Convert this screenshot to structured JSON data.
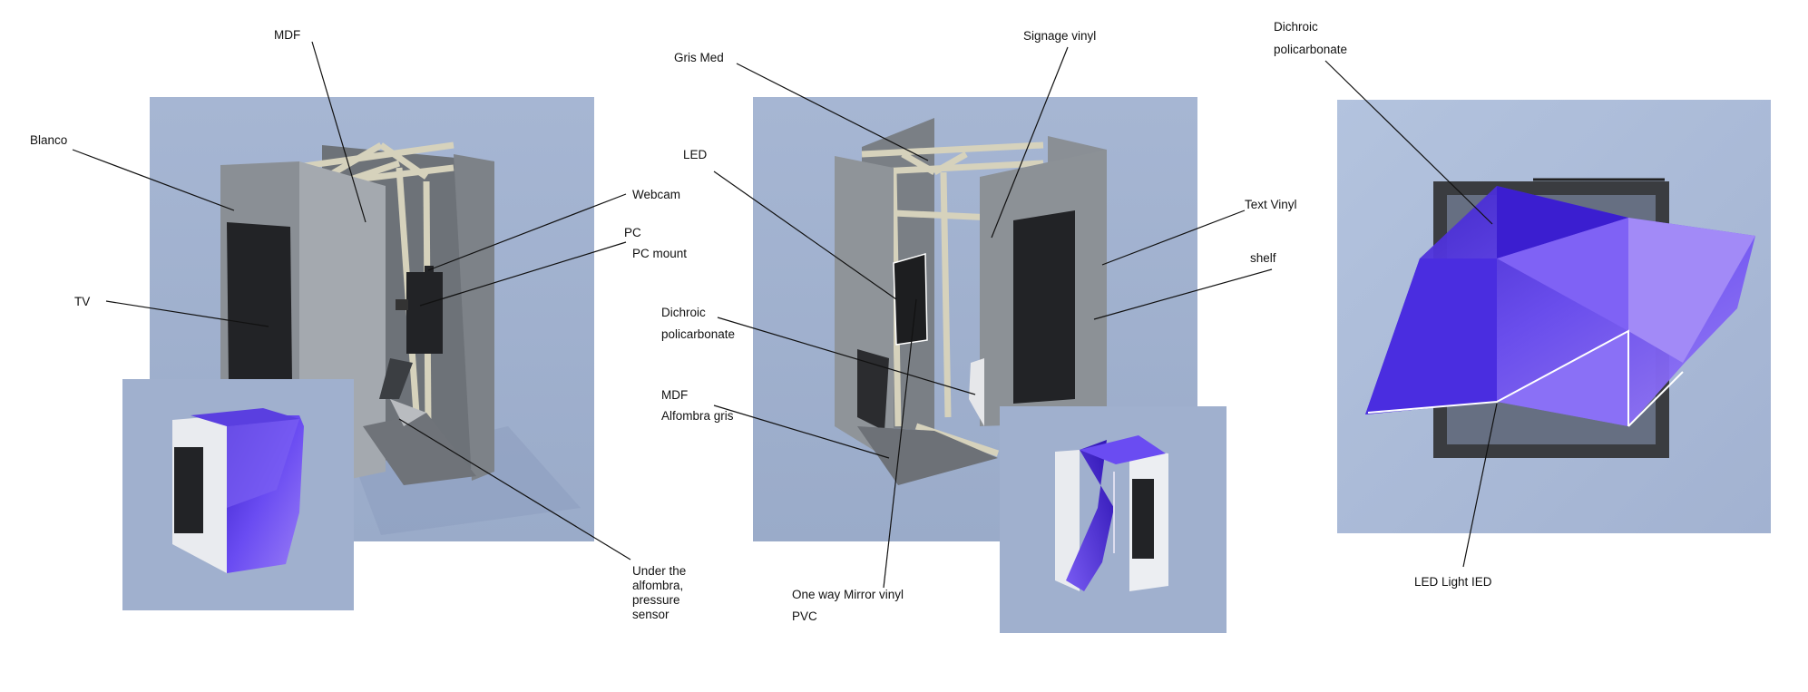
{
  "labels": {
    "mdf_top": "MDF",
    "blanco": "Blanco",
    "tv": "TV",
    "webcam": "Webcam",
    "pc": "PC",
    "pc_mount": "PC mount",
    "under_1": "Under the",
    "under_2": "alfombra,",
    "under_3": "pressure",
    "under_4": "sensor",
    "gris_med": "Gris Med",
    "led": "LED",
    "dichroic_mid_1": "Dichroic",
    "dichroic_mid_2": "policarbonate",
    "mdf_mid": "MDF",
    "alfombra_gris": "Alfombra gris",
    "mirror_vinyl": "One way Mirror vinyl",
    "pvc": "PVC",
    "signage_vinyl": "Signage vinyl",
    "text_vinyl": "Text Vinyl",
    "shelf": "shelf",
    "dichroic_right_1": "Dichroic",
    "dichroic_right_2": "policarbonate",
    "led_light": "LED Light IED"
  },
  "colors": {
    "background_panel": "#a3b3d1",
    "wall_grey": "#868b91",
    "screen_black": "#222326",
    "frame_beige": "#d6d2bc",
    "dichroic_purple": "#5b3ee8",
    "white_wall": "#eef0f4"
  }
}
